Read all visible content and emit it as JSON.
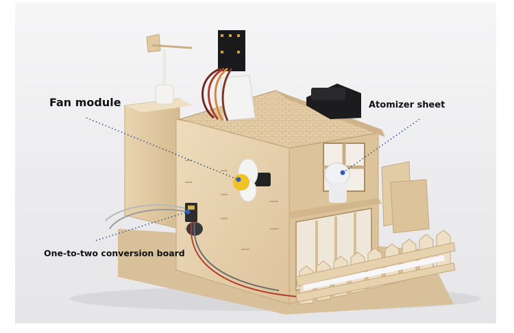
{
  "labels": {
    "fan_module": "Fan module",
    "atomizer_sheet": "Atomizer sheet",
    "conversion_board": "One-to-two conversion board"
  },
  "colors": {
    "wood": "#e6d2b0",
    "wood_dark": "#c9ae84",
    "pointer_line": "#2f4e8c",
    "fan_yellow": "#f2c224",
    "fan_blade": "#f4f4f2",
    "wire_red": "#b23a2c"
  }
}
